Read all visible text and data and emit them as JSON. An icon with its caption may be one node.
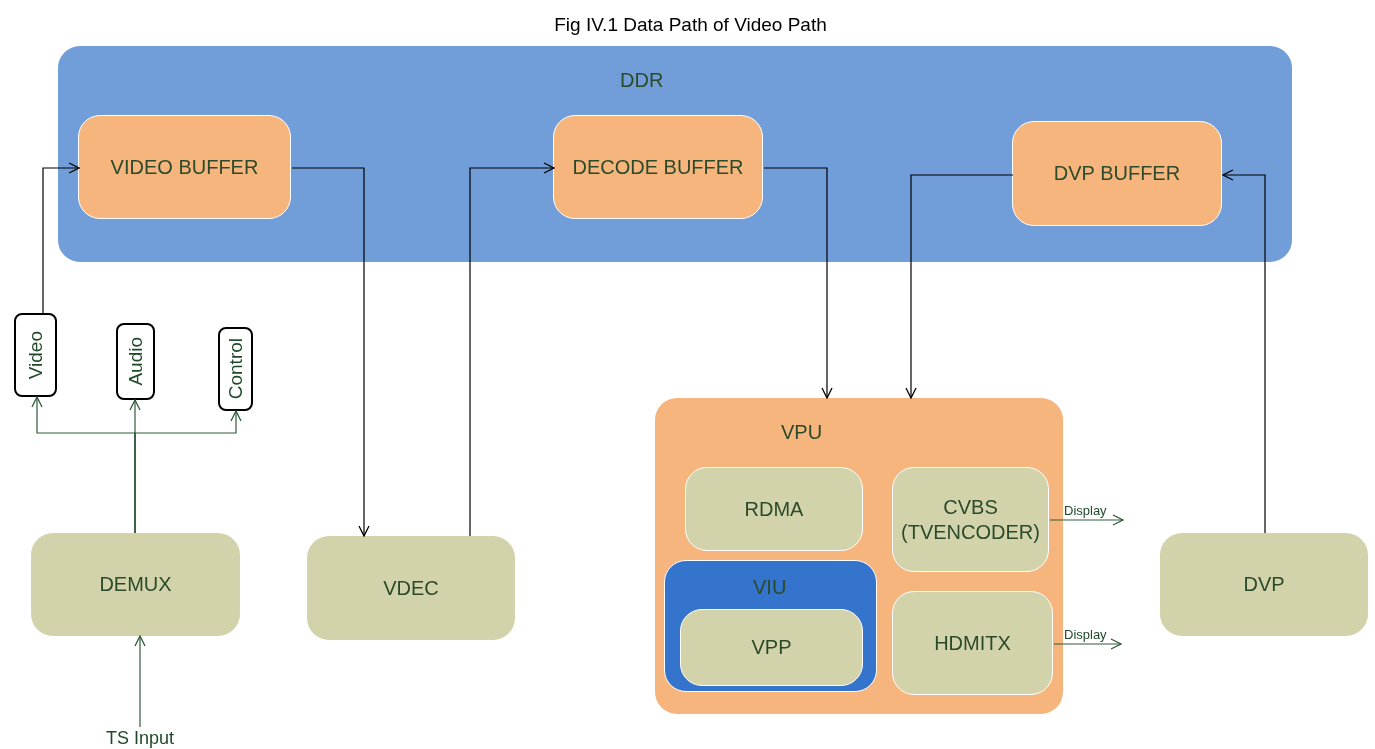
{
  "diagram": {
    "title": "Fig IV.1 Data Path of Video Path",
    "nodes": [
      {
        "text": [
          "DDR"
        ]
      },
      {
        "text": [
          "VIDEO BUFFER"
        ],
        "in": 0
      },
      {
        "text": [
          "DECODE BUFFER"
        ],
        "in": 0
      },
      {
        "text": [
          "DVP BUFFER"
        ],
        "in": 0
      },
      {
        "text": [
          "Video"
        ]
      },
      {
        "text": [
          "Audio"
        ]
      },
      {
        "text": [
          "Control"
        ]
      },
      {
        "text": [
          "DEMUX"
        ]
      },
      {
        "text": [
          "VDEC"
        ]
      },
      {
        "text": [
          "VPU"
        ]
      },
      {
        "text": [
          "RDMA"
        ],
        "in": 9
      },
      {
        "text": [
          "CVBS (TVENCODER)"
        ],
        "in": 9
      },
      {
        "text": [
          "VIU"
        ],
        "in": 9
      },
      {
        "text": [
          "VPP"
        ],
        "in": 12
      },
      {
        "text": [
          "HDMITX"
        ],
        "in": 9
      },
      {
        "text": [
          "DVP"
        ]
      },
      {
        "text": [
          "TS Input"
        ]
      }
    ],
    "edges": [
      {
        "from": 16,
        "to": 7,
        "arrow": "to",
        "color": "#2f5a3a"
      },
      {
        "from": 7,
        "to": 4,
        "arrow": "to",
        "color": "#2f5a3a"
      },
      {
        "from": 7,
        "to": 5,
        "arrow": "to",
        "color": "#2f5a3a"
      },
      {
        "from": 7,
        "to": 6,
        "arrow": "to",
        "color": "#2f5a3a"
      },
      {
        "from": 4,
        "to": 1,
        "arrow": "to"
      },
      {
        "from": 1,
        "to": 8,
        "arrow": "to"
      },
      {
        "from": 8,
        "to": 2,
        "arrow": "to"
      },
      {
        "from": 2,
        "to": 9,
        "arrow": "to"
      },
      {
        "from": 3,
        "to": 9,
        "arrow": "to"
      },
      {
        "from": 15,
        "to": 3,
        "arrow": "to"
      },
      {
        "from": 11,
        "to": null,
        "arrow": "to",
        "label": "Display",
        "color": "#2f5a3a"
      },
      {
        "from": 14,
        "to": null,
        "arrow": "to",
        "label": "Display",
        "color": "#2f5a3a"
      }
    ]
  }
}
